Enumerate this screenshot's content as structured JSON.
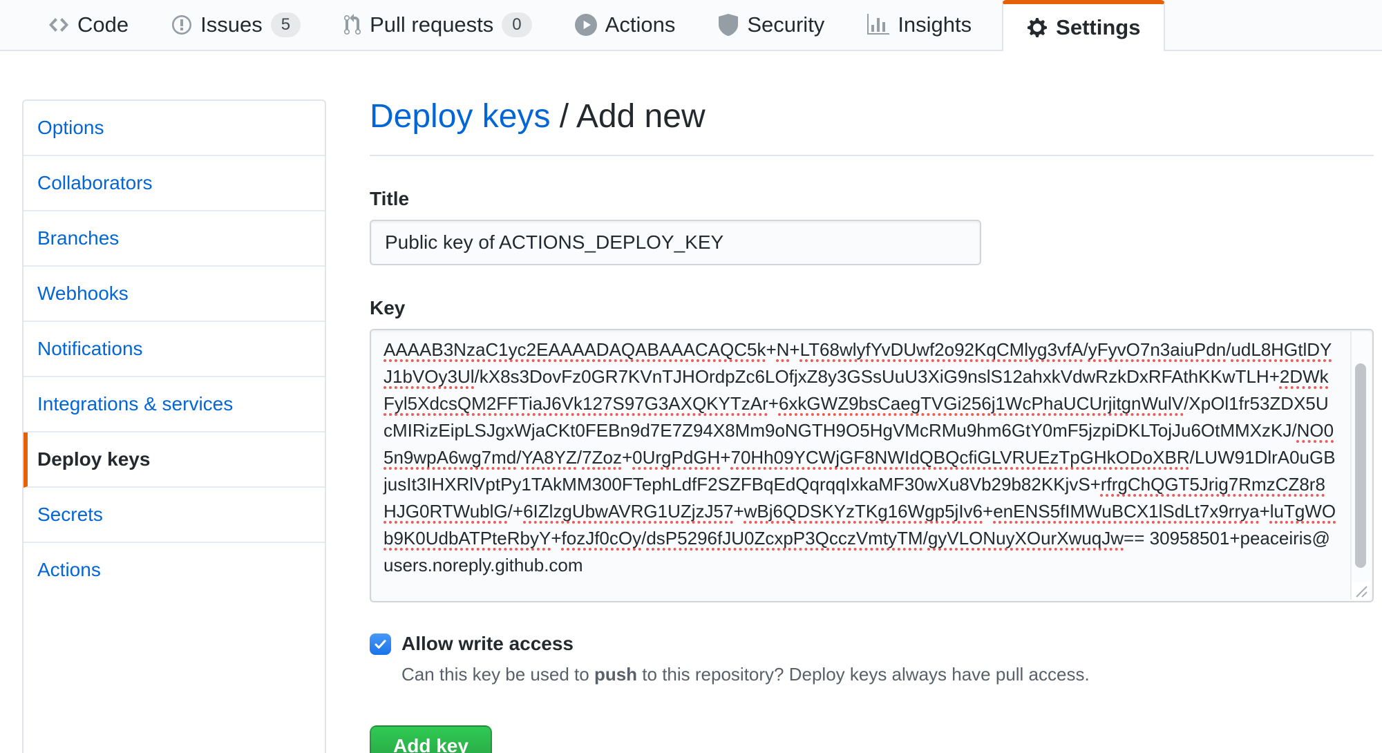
{
  "nav": {
    "tabs": [
      {
        "label": "Code",
        "icon": "code-icon"
      },
      {
        "label": "Issues",
        "icon": "issue-opened-icon",
        "count": "5"
      },
      {
        "label": "Pull requests",
        "icon": "git-pull-request-icon",
        "count": "0"
      },
      {
        "label": "Actions",
        "icon": "play-icon"
      },
      {
        "label": "Security",
        "icon": "shield-icon"
      },
      {
        "label": "Insights",
        "icon": "graph-icon"
      },
      {
        "label": "Settings",
        "icon": "gear-icon",
        "active": true
      }
    ]
  },
  "sidebar": {
    "items": [
      {
        "label": "Options"
      },
      {
        "label": "Collaborators"
      },
      {
        "label": "Branches"
      },
      {
        "label": "Webhooks"
      },
      {
        "label": "Notifications"
      },
      {
        "label": "Integrations & services"
      },
      {
        "label": "Deploy keys",
        "active": true
      },
      {
        "label": "Secrets"
      },
      {
        "label": "Actions"
      }
    ]
  },
  "main": {
    "heading": {
      "parent": "Deploy keys",
      "separator": " / ",
      "current": "Add new"
    },
    "form": {
      "title": {
        "label": "Title",
        "value": "Public key of ACTIONS_DEPLOY_KEY"
      },
      "key": {
        "label": "Key",
        "value": "AAAAB3NzaC1yc2EAAAADAQABAAACAQC5k+N+LT68wlyfYvDUwf2o92KqCMlyg3vfA/yFyvO7n3aiuPdn/udL8HGtlDYJ1bVOy3Ul/kX8s3DovFz0GR7KVnTJHOrdpZc6LOfjxZ8y3GSsUuU3XiG9nslS12ahxkVdwRzkDxRFAthKKwTLH+2DWkFyl5XdcsQM2FFTiaJ6Vk127S97G3AXQKYTzAr+6xkGWZ9bsCaegTVGi256j1WcPhaUCUrjitgnWulV/XpOl1fr53ZDX5UcMIRizEipLSJgxWjaCKt0FEBn9d7E7Z94X8Mm9oNGTH9O5HgVMcRMu9hm6GtY0mF5jzpiDKLTojJu6OtMMXzKJ/NO05n9wpA6wg7md/YA8YZ/7Zoz+0UrgPdGH+70Hh09YCWjGF8NWIdQBQcfiGLVRUEzTpGHkODoXBR/LUW91DlrA0uGBjusIt3IHXRlVptPy1TAkMM300FTephLdfF2SZFBqEdQqrqqIxkaMF30wXu8Vb29b82KKjvS+rfrgChQGT5Jrig7RmzCZ8r8HJG0RTWublG/+6IZlzgUbwAVRG1UZjzJ57+wBj6QDSKYzTKg16Wgp5jIv6+enENS5fIMWuBCX1lSdLt7x9rrya+luTgWOb9K0UdbATPteRbyY+fozJf0cOy/dsP5296fJU0ZcxpP3QcczVmtyTM/gyVLONuyXOurXwuqJw==",
        "comment": "30958501+peaceiris@users.noreply.github.com"
      },
      "write_access": {
        "label": "Allow write access",
        "checked": true,
        "help_prefix": "Can this key be used to ",
        "help_bold": "push",
        "help_suffix": " to this repository? Deploy keys always have pull access."
      },
      "submit_label": "Add key"
    }
  },
  "colors": {
    "tab_active_accent": "#e36209",
    "menu_active_accent": "#e36209",
    "link_blue": "#0366d6",
    "button_green": "#28a745",
    "checkbox_blue": "#1973e8",
    "spellcheck_red": "#e7403d",
    "border_gray": "#e1e4e8",
    "input_bg": "#fafbfc"
  }
}
